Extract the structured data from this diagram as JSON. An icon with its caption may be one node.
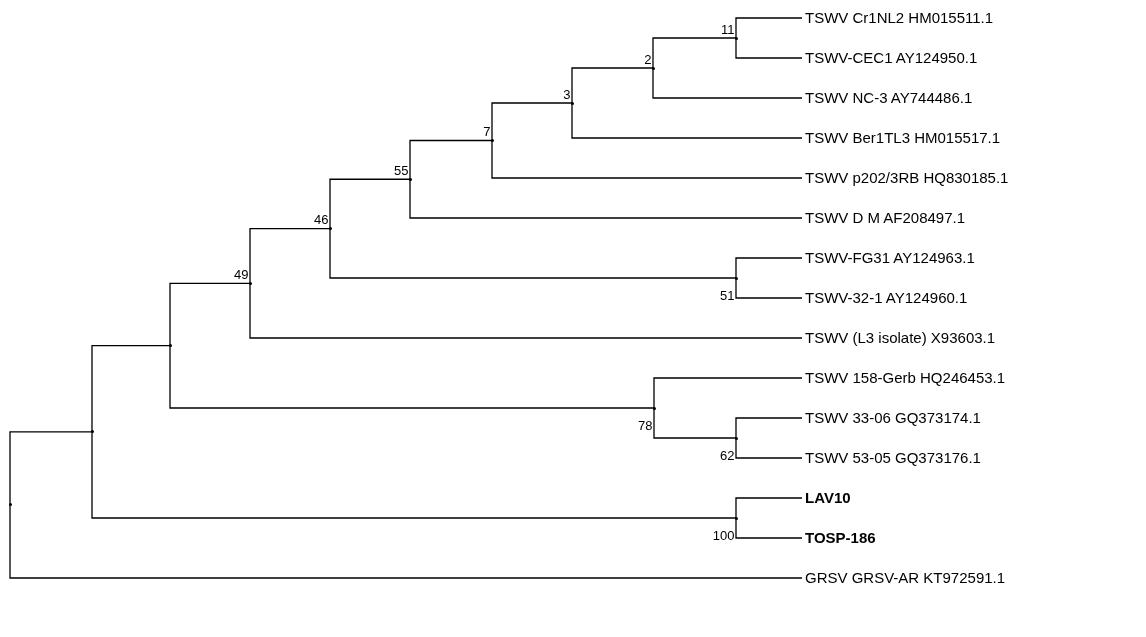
{
  "diagram": {
    "nodes": [
      {
        "text": [],
        "shape": "point"
      },
      {
        "text": [],
        "shape": "point"
      },
      {
        "text": [],
        "shape": "point"
      },
      {
        "text": [],
        "shape": "point",
        "beside": [
          "49"
        ]
      },
      {
        "text": [],
        "shape": "point",
        "beside": [
          "46"
        ]
      },
      {
        "text": [],
        "shape": "point",
        "beside": [
          "55"
        ]
      },
      {
        "text": [],
        "shape": "point",
        "beside": [
          "7"
        ]
      },
      {
        "text": [],
        "shape": "point",
        "beside": [
          "3"
        ]
      },
      {
        "text": [],
        "shape": "point",
        "beside": [
          "2"
        ]
      },
      {
        "text": [],
        "shape": "point",
        "beside": [
          "11"
        ]
      },
      {
        "text": [
          "TSWV Cr1NL2 HM015511.1"
        ]
      },
      {
        "text": [
          "TSWV-CEC1 AY124950.1"
        ]
      },
      {
        "text": [
          "TSWV NC-3 AY744486.1"
        ]
      },
      {
        "text": [
          "TSWV Ber1TL3 HM015517.1"
        ]
      },
      {
        "text": [
          "TSWV p202/3RB HQ830185.1"
        ]
      },
      {
        "text": [
          "TSWV D M AF208497.1"
        ]
      },
      {
        "text": [],
        "shape": "point",
        "beside": [
          "51"
        ]
      },
      {
        "text": [
          "TSWV-FG31 AY124963.1"
        ]
      },
      {
        "text": [
          "TSWV-32-1 AY124960.1"
        ]
      },
      {
        "text": [
          "TSWV (L3 isolate) X93603.1"
        ]
      },
      {
        "text": [],
        "shape": "point",
        "beside": [
          "78"
        ]
      },
      {
        "text": [
          "TSWV 158-Gerb HQ246453.1"
        ]
      },
      {
        "text": [],
        "shape": "point",
        "beside": [
          "62"
        ]
      },
      {
        "text": [
          "TSWV 33-06 GQ373174.1"
        ]
      },
      {
        "text": [
          "TSWV 53-05 GQ373176.1"
        ]
      },
      {
        "text": [],
        "shape": "point",
        "beside": [
          "100"
        ]
      },
      {
        "text": [
          "LAV10"
        ]
      },
      {
        "text": [
          "TOSP-186"
        ]
      },
      {
        "text": [
          "GRSV GRSV-AR KT972591.1"
        ]
      }
    ],
    "edges": [
      {
        "from": 0,
        "to": 1,
        "arrow": "none"
      },
      {
        "from": 0,
        "to": 28,
        "arrow": "none"
      },
      {
        "from": 1,
        "to": 2,
        "arrow": "none"
      },
      {
        "from": 1,
        "to": 25,
        "arrow": "none"
      },
      {
        "from": 2,
        "to": 3,
        "arrow": "none"
      },
      {
        "from": 2,
        "to": 20,
        "arrow": "none"
      },
      {
        "from": 3,
        "to": 4,
        "arrow": "none"
      },
      {
        "from": 3,
        "to": 19,
        "arrow": "none"
      },
      {
        "from": 4,
        "to": 5,
        "arrow": "none"
      },
      {
        "from": 4,
        "to": 16,
        "arrow": "none"
      },
      {
        "from": 5,
        "to": 6,
        "arrow": "none"
      },
      {
        "from": 5,
        "to": 15,
        "arrow": "none"
      },
      {
        "from": 6,
        "to": 7,
        "arrow": "none"
      },
      {
        "from": 6,
        "to": 14,
        "arrow": "none"
      },
      {
        "from": 7,
        "to": 8,
        "arrow": "none"
      },
      {
        "from": 7,
        "to": 13,
        "arrow": "none"
      },
      {
        "from": 8,
        "to": 9,
        "arrow": "none"
      },
      {
        "from": 8,
        "to": 12,
        "arrow": "none"
      },
      {
        "from": 9,
        "to": 10,
        "arrow": "none"
      },
      {
        "from": 9,
        "to": 11,
        "arrow": "none"
      },
      {
        "from": 16,
        "to": 17,
        "arrow": "none"
      },
      {
        "from": 16,
        "to": 18,
        "arrow": "none"
      },
      {
        "from": 20,
        "to": 21,
        "arrow": "none"
      },
      {
        "from": 20,
        "to": 22,
        "arrow": "none"
      },
      {
        "from": 22,
        "to": 23,
        "arrow": "none"
      },
      {
        "from": 22,
        "to": 24,
        "arrow": "none"
      },
      {
        "from": 25,
        "to": 26,
        "arrow": "none"
      },
      {
        "from": 25,
        "to": 27,
        "arrow": "none"
      }
    ]
  }
}
